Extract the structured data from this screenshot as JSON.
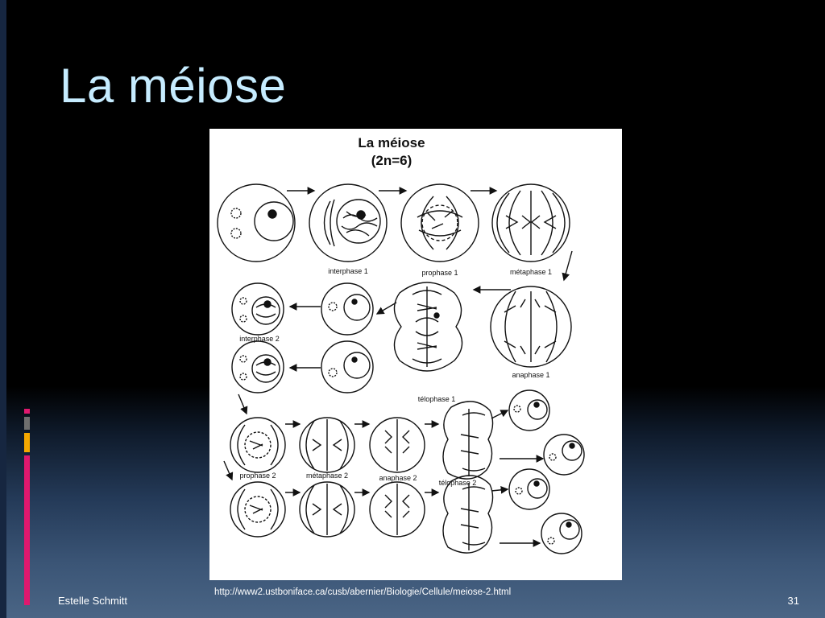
{
  "slide": {
    "title": "La méiose",
    "author": "Estelle Schmitt",
    "source_url": "http://www2.ustboniface.ca/cusb/abernier/Biologie/Cellule/meiose-2.html",
    "page_number": "31"
  },
  "figure": {
    "title": "La méiose",
    "subtitle": "(2n=6)",
    "stages": {
      "interphase1": "interphase 1",
      "prophase1": "prophase 1",
      "metaphase1": "métaphase 1",
      "anaphase1": "anaphase 1",
      "telophase1": "télophase 1",
      "interphase2": "interphase 2",
      "prophase2": "prophase 2",
      "metaphase2": "métaphase 2",
      "anaphase2": "anaphase 2",
      "telophase2": "télophase 2"
    }
  },
  "colors": {
    "background_top": "#000000",
    "background_bottom": "#4a6585",
    "title_color": "#c6ecff",
    "accent_pink": "#e0186e",
    "accent_gray": "#6f6f6f",
    "accent_orange": "#f5a800"
  }
}
